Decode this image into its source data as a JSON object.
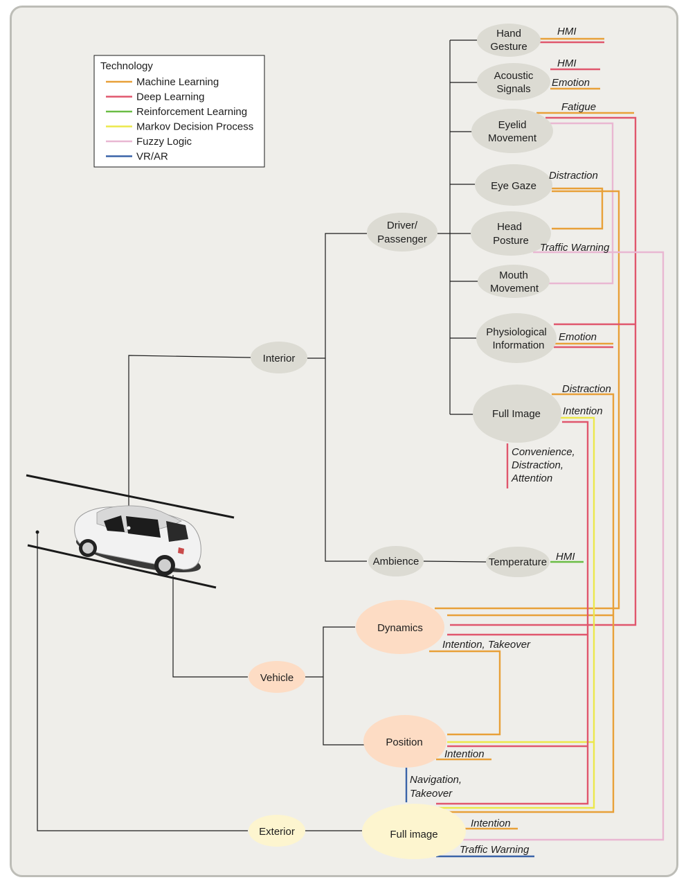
{
  "colors": {
    "machine_learning": "#e8a038",
    "deep_learning": "#e0566d",
    "reinforcement_learning": "#6abd45",
    "markov_decision_process": "#ece84a",
    "fuzzy_logic": "#e9b7d2",
    "vr_ar": "#3a63a8",
    "gray_node": "#dcdbd3",
    "peach_node": "#fddcc4",
    "yellow_node": "#fdf5cf"
  },
  "legend": {
    "title": "Technology",
    "items": [
      {
        "label": "Machine Learning",
        "color": "#e8a038"
      },
      {
        "label": "Deep Learning",
        "color": "#e0566d"
      },
      {
        "label": "Reinforcement Learning",
        "color": "#6abd45"
      },
      {
        "label": "Markov Decision Process",
        "color": "#ece84a"
      },
      {
        "label": "Fuzzy Logic",
        "color": "#e9b7d2"
      },
      {
        "label": "VR/AR",
        "color": "#3a63a8"
      }
    ]
  },
  "nodes": {
    "interior": "Interior",
    "driver_passenger": [
      "Driver/",
      "Passenger"
    ],
    "ambience": "Ambience",
    "temperature": "Temperature",
    "hand_gesture": [
      "Hand",
      "Gesture"
    ],
    "acoustic_signals": [
      "Acoustic",
      "Signals"
    ],
    "eyelid_movement": [
      "Eyelid",
      "Movement"
    ],
    "eye_gaze": "Eye Gaze",
    "head_posture": [
      "Head",
      "Posture"
    ],
    "mouth_movement": [
      "Mouth",
      "Movement"
    ],
    "physiological_information": [
      "Physiological",
      "Information"
    ],
    "full_image_interior": "Full Image",
    "vehicle": "Vehicle",
    "dynamics": "Dynamics",
    "position": "Position",
    "exterior": "Exterior",
    "full_image_exterior": "Full image"
  },
  "labels": {
    "hmi_hand": "HMI",
    "hmi_acoustic": "HMI",
    "emotion_acoustic": "Emotion",
    "fatigue": "Fatigue",
    "distraction_gaze": "Distraction",
    "traffic_warning_head": "Traffic Warning",
    "emotion_physio": "Emotion",
    "distraction_full": "Distraction",
    "intention_full": "Intention",
    "convenience": [
      "Convenience,",
      "Distraction,",
      "Attention"
    ],
    "hmi_temperature": "HMI",
    "intention_takeover": "Intention, Takeover",
    "intention_position": "Intention",
    "navigation_takeover": [
      "Navigation,",
      "Takeover"
    ],
    "intention_exterior": "Intention",
    "traffic_warning_exterior": "Traffic Warning"
  }
}
